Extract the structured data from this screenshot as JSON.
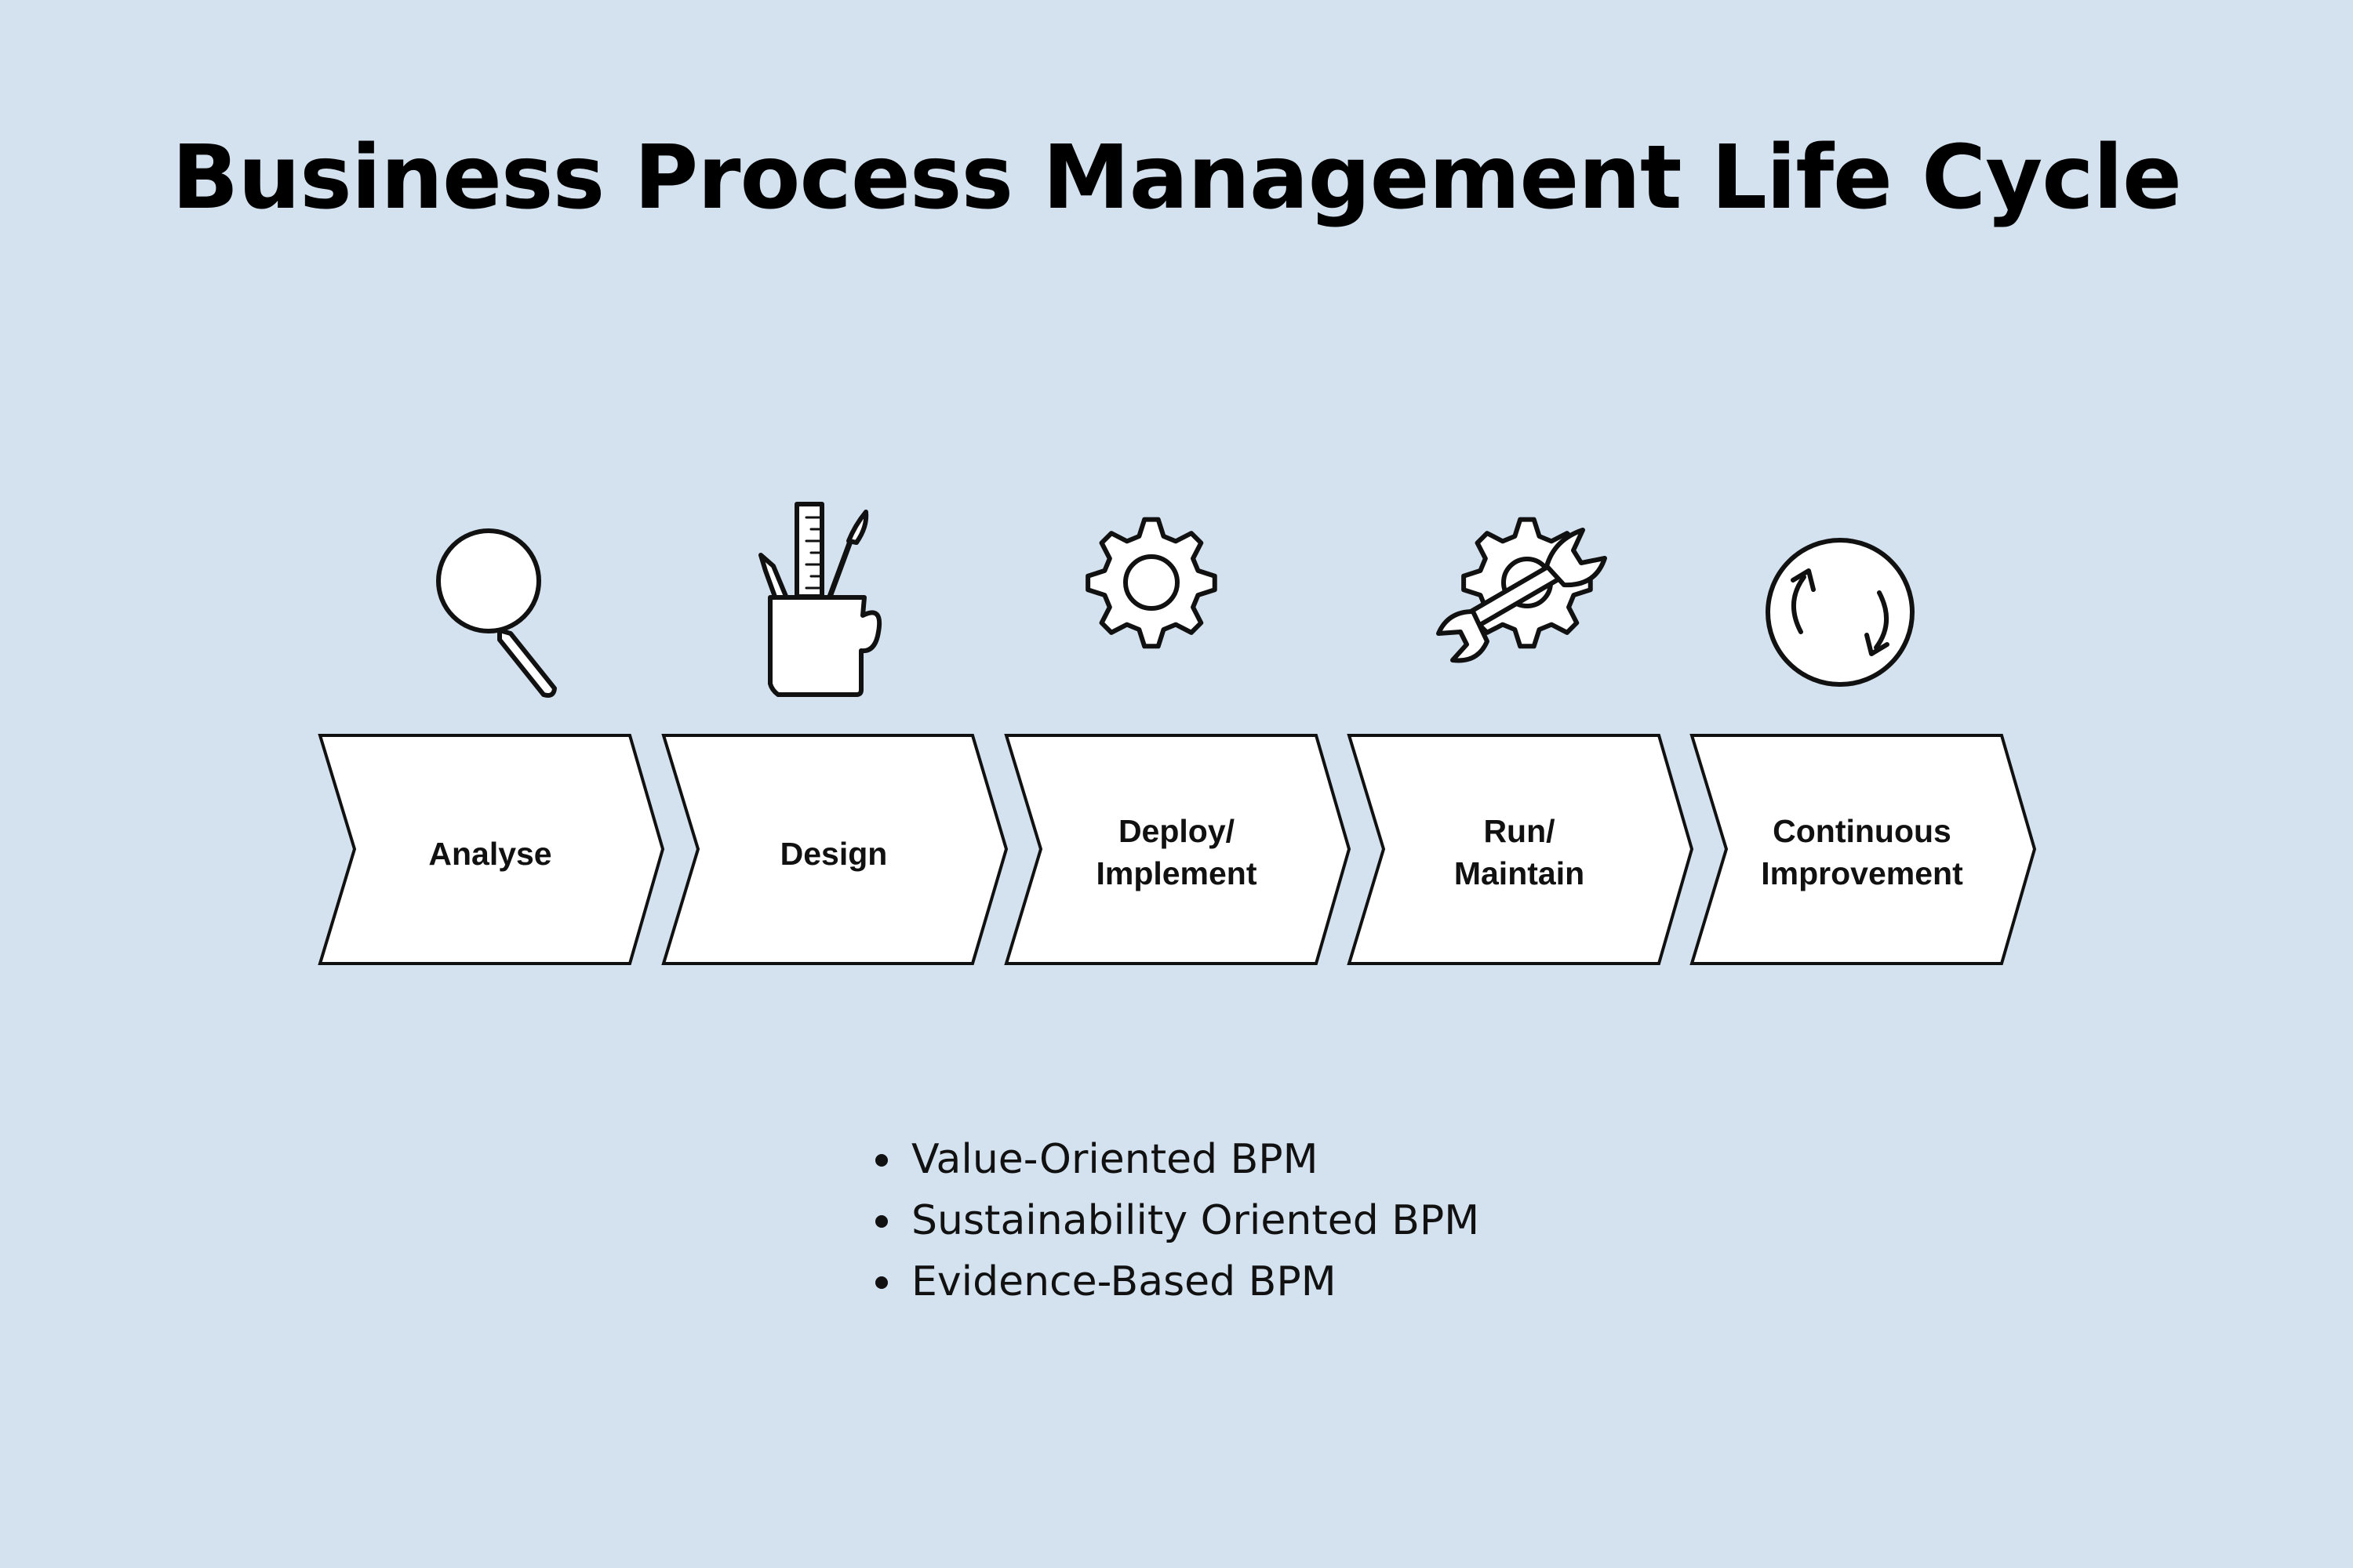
{
  "title": "Business Process Management Life Cycle",
  "steps": [
    {
      "line1": "Analyse",
      "line2": "",
      "icon": "magnifier-icon"
    },
    {
      "line1": "Design",
      "line2": "",
      "icon": "pencil-cup-icon"
    },
    {
      "line1": "Deploy/",
      "line2": "Implement",
      "icon": "gear-icon"
    },
    {
      "line1": "Run/",
      "line2": "Maintain",
      "icon": "wrench-gear-icon"
    },
    {
      "line1": "Continuous",
      "line2": "Improvement",
      "icon": "refresh-cycle-icon"
    }
  ],
  "bullets": [
    "Value-Oriented BPM",
    "Sustainability Oriented BPM",
    "Evidence-Based BPM"
  ],
  "colors": {
    "background": "#d4e2ef",
    "chevron_fill": "#ffffff",
    "stroke": "#111111"
  }
}
